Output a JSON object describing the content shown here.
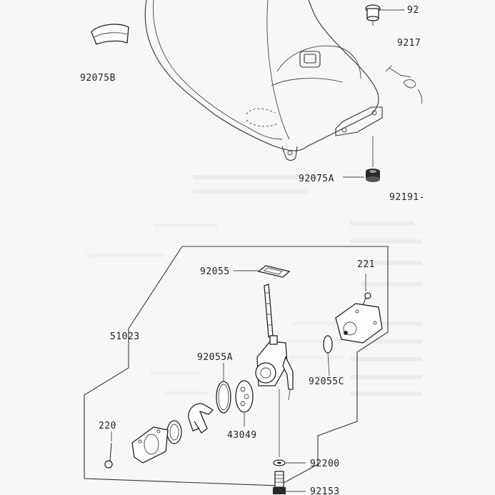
{
  "labels": {
    "p92075B": "92075B",
    "p92075A": "92075A",
    "p92191": "92191-",
    "p92_top": "92",
    "p9217": "9217",
    "p92055": "92055",
    "p221": "221",
    "p51023": "51023",
    "p92055A": "92055A",
    "p92055C": "92055C",
    "p220": "220",
    "p43049": "43049",
    "p92200": "92200",
    "p92153": "92153"
  }
}
